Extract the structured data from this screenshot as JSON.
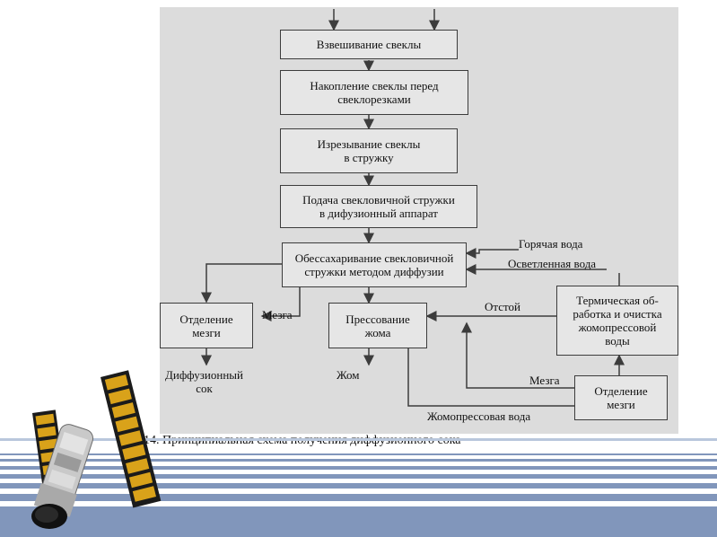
{
  "diagram": {
    "boxes": {
      "weighing": "Взвешивание свеклы",
      "accumulation": "Накопление свеклы перед\nсвеклорезками",
      "cutting": "Изрезывание свеклы\nв стружку",
      "feeding": "Подача свекловичной стружки\nв дифузионный аппарат",
      "desugaring": "Обессахаривание свекловичной\nстружки методом диффузии",
      "pulp_separation_left": "Отделение\nмезги",
      "pressing": "Прессование\nжома",
      "thermal_treatment": "Термическая об-\nработка и очистка\nжомопрессовой\nводы",
      "pulp_separation_right": "Отделение\nмезги"
    },
    "labels": {
      "hot_water": "Горячая вода",
      "clarified_water": "Осветленная вода",
      "mezga_left": "Мезга",
      "sediment": "Отстой",
      "diffusion_juice": "Диффузионный\nсок",
      "zhom": "Жом",
      "mezga_right": "Мезга",
      "press_water": "Жомопрессовая вода"
    }
  },
  "caption": "14. Принципиальная схема получения диффузионного сока",
  "colors": {
    "scan_background": "#dcdcdc",
    "stroke": "#3c3c3c",
    "band_blue": "#8196bb",
    "stripe_light": "#b9c7dc"
  },
  "icons": [
    "satellite-illustration"
  ]
}
